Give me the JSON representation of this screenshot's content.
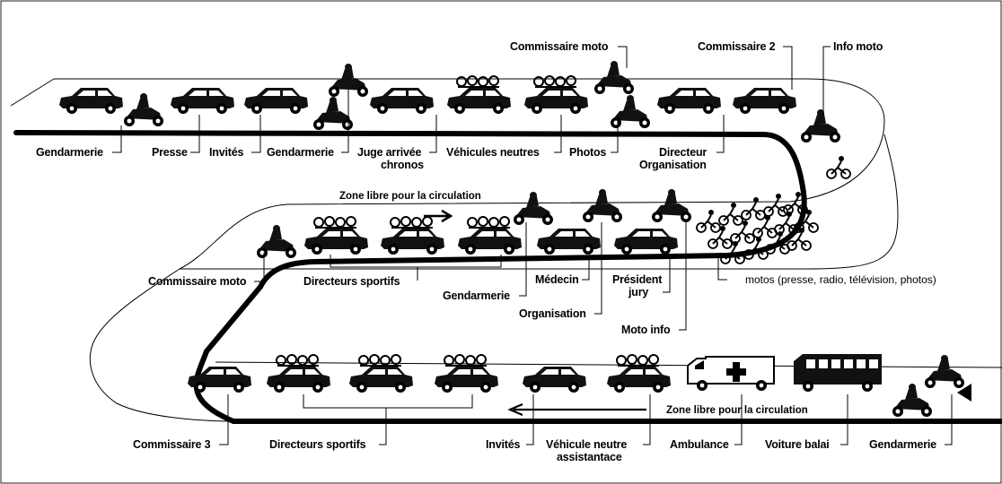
{
  "top_row": {
    "gendarmerie": "Gendarmerie",
    "presse": "Presse",
    "invites": "Invités",
    "gendarmerie2": "Gendarmerie",
    "juge_line1": "Juge arrivée",
    "juge_line2": "chronos",
    "vehicules_neutres": "Véhicules neutres",
    "photos": "Photos",
    "directeur_line1": "Directeur",
    "directeur_line2": "Organisation",
    "commissaire_moto": "Commissaire moto",
    "commissaire_2": "Commissaire 2",
    "info_moto": "Info moto"
  },
  "middle_row": {
    "zone_libre": "Zone libre pour la circulation",
    "commissaire_moto": "Commissaire moto",
    "directeurs_sportifs": "Directeurs sportifs",
    "gendarmerie": "Gendarmerie",
    "medecin": "Médecin",
    "president_line1": "Président",
    "president_line2": "jury",
    "organisation": "Organisation",
    "moto_info": "Moto info",
    "motos": "motos (presse, radio, télévision, photos)"
  },
  "bottom_row": {
    "zone_libre": "Zone libre pour la circulation",
    "commissaire_3": "Commissaire 3",
    "directeurs_sportifs": "Directeurs sportifs",
    "invites": "Invités",
    "vehicule_line1": "Véhicule neutre",
    "vehicule_line2": "assistantace",
    "ambulance": "Ambulance",
    "voiture_balai": "Voiture balai",
    "gendarmerie": "Gendarmerie"
  },
  "colors": {
    "ink": "#000000",
    "paper": "#ffffff"
  },
  "icons": [
    "car-icon",
    "motorbike-icon",
    "bicycle-icon",
    "ambulance-icon",
    "van-icon",
    "arrow-icon"
  ]
}
